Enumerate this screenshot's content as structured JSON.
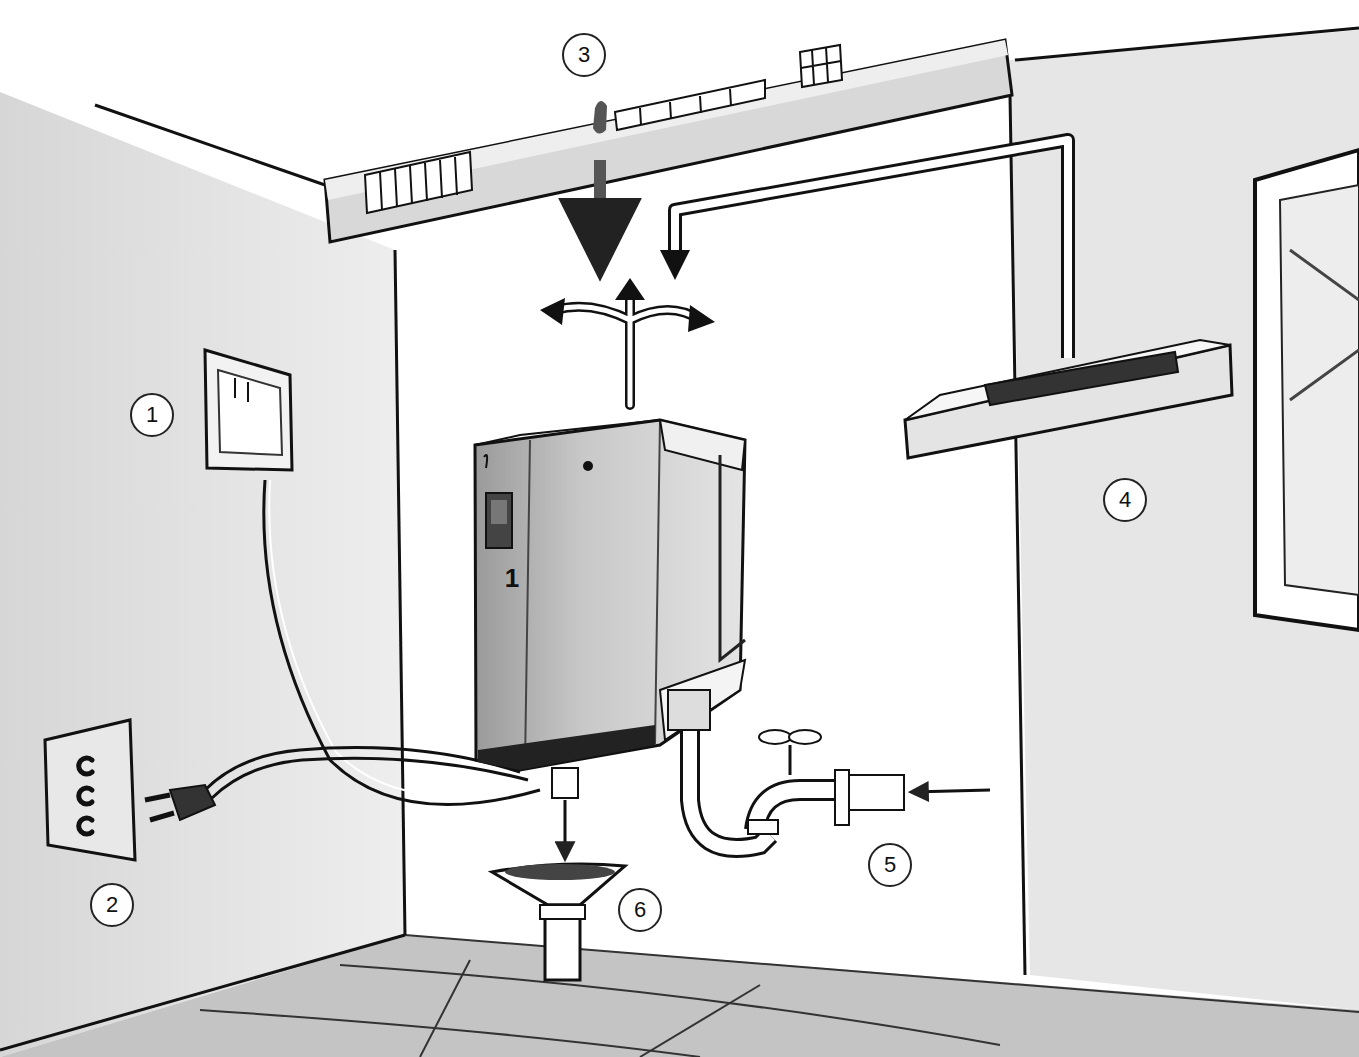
{
  "diagram": {
    "labels": [
      "3",
      "1",
      "4",
      "1",
      "2",
      "6",
      "5"
    ]
  }
}
